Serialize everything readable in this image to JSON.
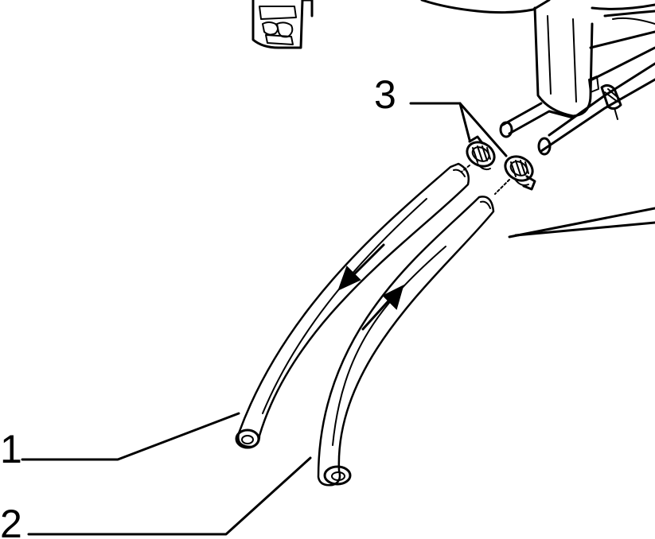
{
  "diagram": {
    "callouts": [
      {
        "label": "1",
        "part": "hose"
      },
      {
        "label": "2",
        "part": "hose"
      },
      {
        "label": "3",
        "part": "hose-clamps"
      }
    ],
    "colors": {
      "line": "#000000",
      "background": "#ffffff"
    },
    "icons": [
      "flow-arrow-down",
      "flow-arrow-up"
    ]
  }
}
